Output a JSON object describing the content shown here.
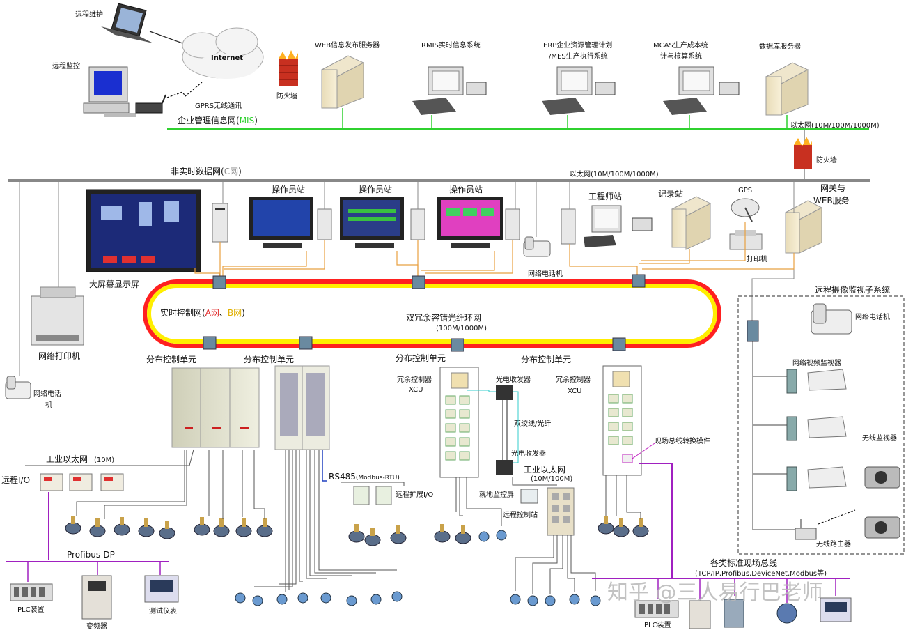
{
  "colors": {
    "mis_bus": "#2fd12f",
    "c_bus": "#888888",
    "ring_outer": "#ff2020",
    "ring_inner": "#ffee00",
    "profibus": "#a020c0",
    "fieldbus": "#a020c0",
    "cable": "#555555"
  },
  "top": {
    "remote_maintenance": "远程维护",
    "remote_monitor": "远程监控",
    "internet": "Internet",
    "gprs": "GPRS无线通讯",
    "firewall": "防火墙",
    "web_server": "WEB信息发布服务器",
    "rmis": "RMIS实时信息系统",
    "erp_line1": "ERP企业资源管理计划",
    "erp_line2": "/MES生产执行系统",
    "mcas_line1": "MCAS生产成本统",
    "mcas_line2": "计与核算系统",
    "db_server": "数据库服务器",
    "mis_prefix": "企业管理信息网(",
    "mis_mid": "MIS",
    "mis_suffix": ")",
    "ethernet_top": "以太网(10M/100M/1000M)"
  },
  "middle": {
    "firewall2": "防火墙",
    "c_net_prefix": "非实时数据网(",
    "c_net_mid": "C网",
    "c_net_suffix": ")",
    "ethernet_mid": "以太网(10M/100M/1000M)",
    "operator_station": "操作员站",
    "engineer_station": "工程师站",
    "record_station": "记录站",
    "gps": "GPS",
    "gateway_line1": "网关与",
    "gateway_line2": "WEB服务",
    "printer": "打印机",
    "big_screen": "大屏幕显示屏",
    "net_phone": "网络电话机",
    "net_printer": "网络打印机",
    "net_phone2_line1": "网络电话",
    "net_phone2_line2": "机",
    "rt_net_prefix": "实时控制网(",
    "rt_net_a": "A网",
    "rt_net_sep": "、",
    "rt_net_b": "B网",
    "rt_net_suffix": ")",
    "ring_name": "双冗余容错光纤环网",
    "ring_speed": "(100M/1000M)"
  },
  "camera": {
    "title": "远程摄像监视子系统",
    "phone": "网络电话机",
    "video_monitor": "网络视频监视器",
    "wireless_monitor": "无线监视器",
    "wireless_router": "无线路由器"
  },
  "bottom": {
    "dcu": "分布控制单元",
    "redundant_ctrl": "冗余控制器",
    "xcu": "XCU",
    "oe_converter": "光电收发器",
    "twisted_fiber": "双绞线/光纤",
    "oe_converter2": "光电收发器",
    "fieldbus_module": "现场总线转换模件",
    "ind_eth_left": "工业以太网",
    "ind_eth_left_speed": "(10M)",
    "remote_io": "远程I/O",
    "profibus_dp": "Profibus-DP",
    "plc": "PLC装置",
    "inverter": "变频器",
    "meter": "测试仪表",
    "rs485_a": "RS485",
    "rs485_b": "(Modbus-RTU)",
    "remote_ext_io": "远程扩展I/O",
    "local_monitor": "就地监控屏",
    "remote_ctrl_station": "远程控制站",
    "ind_eth_mid": "工业以太网",
    "ind_eth_mid_speed": "(10M/100M)",
    "std_fieldbus": "各类标准现场总线",
    "std_fieldbus_sub": "(TCP/IP,Profibus,DeviceNet,Modbus等)",
    "plc2": "PLC装置",
    "watermark": "知乎 @三人易行巴老师"
  }
}
